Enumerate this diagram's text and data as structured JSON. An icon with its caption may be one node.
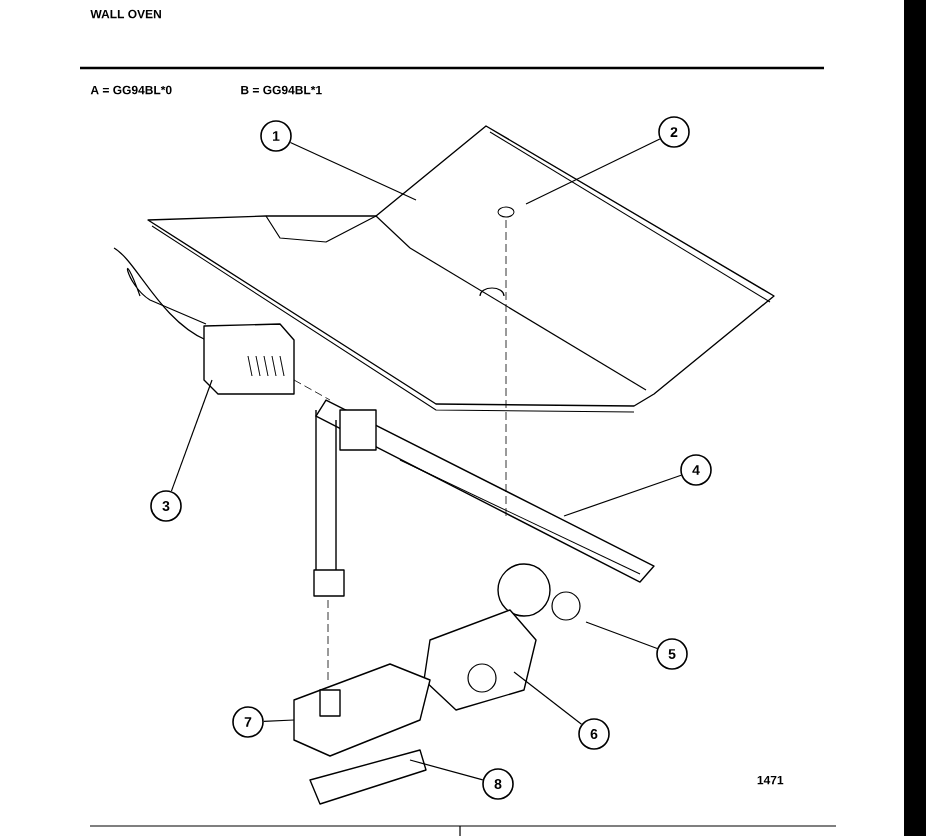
{
  "diagram": {
    "nodes": [
      {
        "text": [
          "1"
        ]
      },
      {
        "text": [
          "2"
        ]
      },
      {
        "text": [
          "3"
        ]
      },
      {
        "text": [
          "4"
        ]
      },
      {
        "text": [
          "5"
        ]
      },
      {
        "text": [
          "6"
        ]
      },
      {
        "text": [
          "7"
        ]
      },
      {
        "text": [
          "8"
        ]
      }
    ],
    "edges": [
      {
        "from": 0,
        "to": null,
        "arrow": "none"
      },
      {
        "from": 1,
        "to": null,
        "arrow": "none"
      },
      {
        "from": 2,
        "to": null,
        "arrow": "none"
      },
      {
        "from": 3,
        "to": null,
        "arrow": "none"
      },
      {
        "from": 4,
        "to": null,
        "arrow": "none"
      },
      {
        "from": 5,
        "to": null,
        "arrow": "none"
      },
      {
        "from": 6,
        "to": null,
        "arrow": "none"
      },
      {
        "from": 7,
        "to": null,
        "arrow": "none"
      }
    ],
    "labels": [
      "WALL OVEN",
      "A = GG94BL*0",
      "B = GG94BL*1",
      "1471"
    ]
  }
}
